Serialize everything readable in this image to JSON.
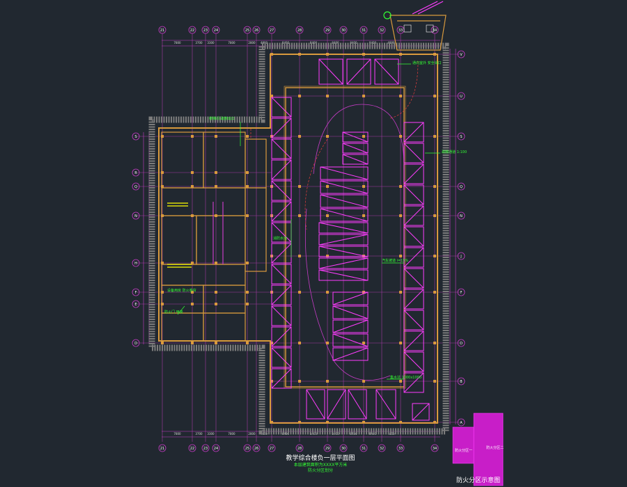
{
  "drawing": {
    "title": "教学综合楼负一层平面图",
    "subtitle_lines": [
      "本层建筑面积为XXXX平方米",
      "防火分区划分"
    ],
    "fire_zone_legend_caption": "防火分区示意图",
    "fire_zone_labels": [
      "防火分区一",
      "防火分区二"
    ]
  },
  "grid": {
    "top_axes": [
      "21",
      "22",
      "23",
      "24",
      "25",
      "26",
      "27",
      "28",
      "29",
      "30",
      "31",
      "32",
      "33",
      "34"
    ],
    "left_axes": [
      "S",
      "R",
      "Q",
      "N",
      "H",
      "F",
      "E",
      "D"
    ],
    "right_axes": [
      "V",
      "U",
      "S",
      "Q",
      "N",
      "J",
      "F",
      "D",
      "B",
      "A"
    ],
    "dimension_labels": [
      "7800",
      "3700",
      "3300",
      "7800",
      "2800",
      "4800",
      "8400",
      "8400",
      "8400",
      "8400",
      "8400",
      "4800"
    ]
  },
  "annotations": [
    {
      "id": "ann-stair-top",
      "text": "楼梯间 疏散出口"
    },
    {
      "id": "ann-exit-top-right",
      "text": "通向室外 安全出口"
    },
    {
      "id": "ann-right-exit",
      "text": "疏散通道 1:100"
    },
    {
      "id": "ann-left-exit",
      "text": "防火门 甲级"
    },
    {
      "id": "ann-center-1",
      "text": "汽车坡道 i=15%"
    },
    {
      "id": "ann-center-2",
      "text": "消防水池"
    },
    {
      "id": "ann-bottom-left",
      "text": "设备用房 防火卷帘"
    },
    {
      "id": "ann-bottom-right",
      "text": "集水坑 1000x1000"
    }
  ],
  "colors": {
    "background": "#212830",
    "wall": "#d99a3d",
    "grid": "#c63cc6",
    "parking": "#ff3dff",
    "text": "#33ff33",
    "boundary": "#8a8a8a",
    "legend_zone": "#d020d0"
  }
}
